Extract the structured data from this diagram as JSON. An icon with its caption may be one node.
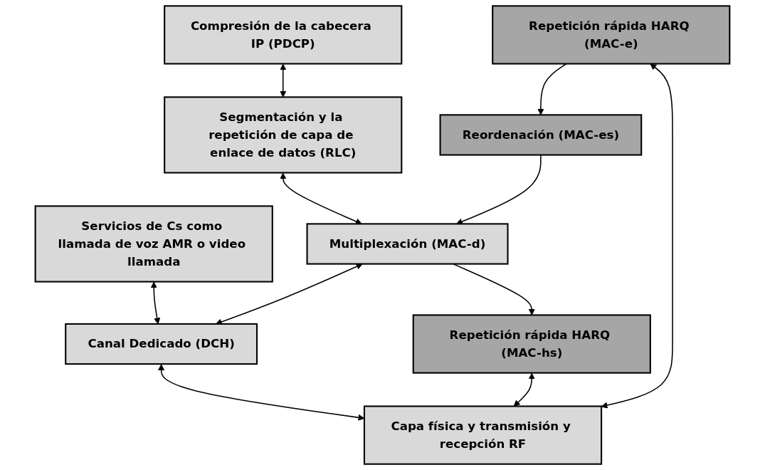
{
  "diagram": {
    "nodes": [
      {
        "text": [
          "Compresión de la cabecera IP (PDCP)"
        ]
      },
      {
        "text": [
          "Segmentación y la repetición de capa de enlace de datos (RLC)"
        ]
      },
      {
        "text": [
          "Servicios de Cs como llamada de voz AMR o video llamada"
        ]
      },
      {
        "text": [
          "Multiplexación (MAC-d)"
        ]
      },
      {
        "text": [
          "Reordenación (MAC-es)"
        ]
      },
      {
        "text": [
          "Canal Dedicado (DCH)"
        ]
      },
      {
        "text": [
          "Repetición rápida HARQ (MAC-hs)"
        ]
      },
      {
        "text": [
          "Repetición rápida HARQ (MAC-e)"
        ]
      },
      {
        "text": [
          "Capa física y transmisión y recepción RF"
        ]
      }
    ],
    "edges": [
      {
        "from": 0,
        "to": 1,
        "arrow": "both"
      },
      {
        "from": 1,
        "to": 3,
        "arrow": "both"
      },
      {
        "from": 2,
        "to": 5,
        "arrow": "both"
      },
      {
        "from": 3,
        "to": 5,
        "arrow": "both"
      },
      {
        "from": 3,
        "to": 6,
        "arrow": "to"
      },
      {
        "from": 7,
        "to": 4,
        "arrow": "to"
      },
      {
        "from": 4,
        "to": 3,
        "arrow": "to"
      },
      {
        "from": 5,
        "to": 8,
        "arrow": "both"
      },
      {
        "from": 6,
        "to": 8,
        "arrow": "both"
      },
      {
        "from": 7,
        "to": 8,
        "arrow": "both"
      }
    ]
  }
}
